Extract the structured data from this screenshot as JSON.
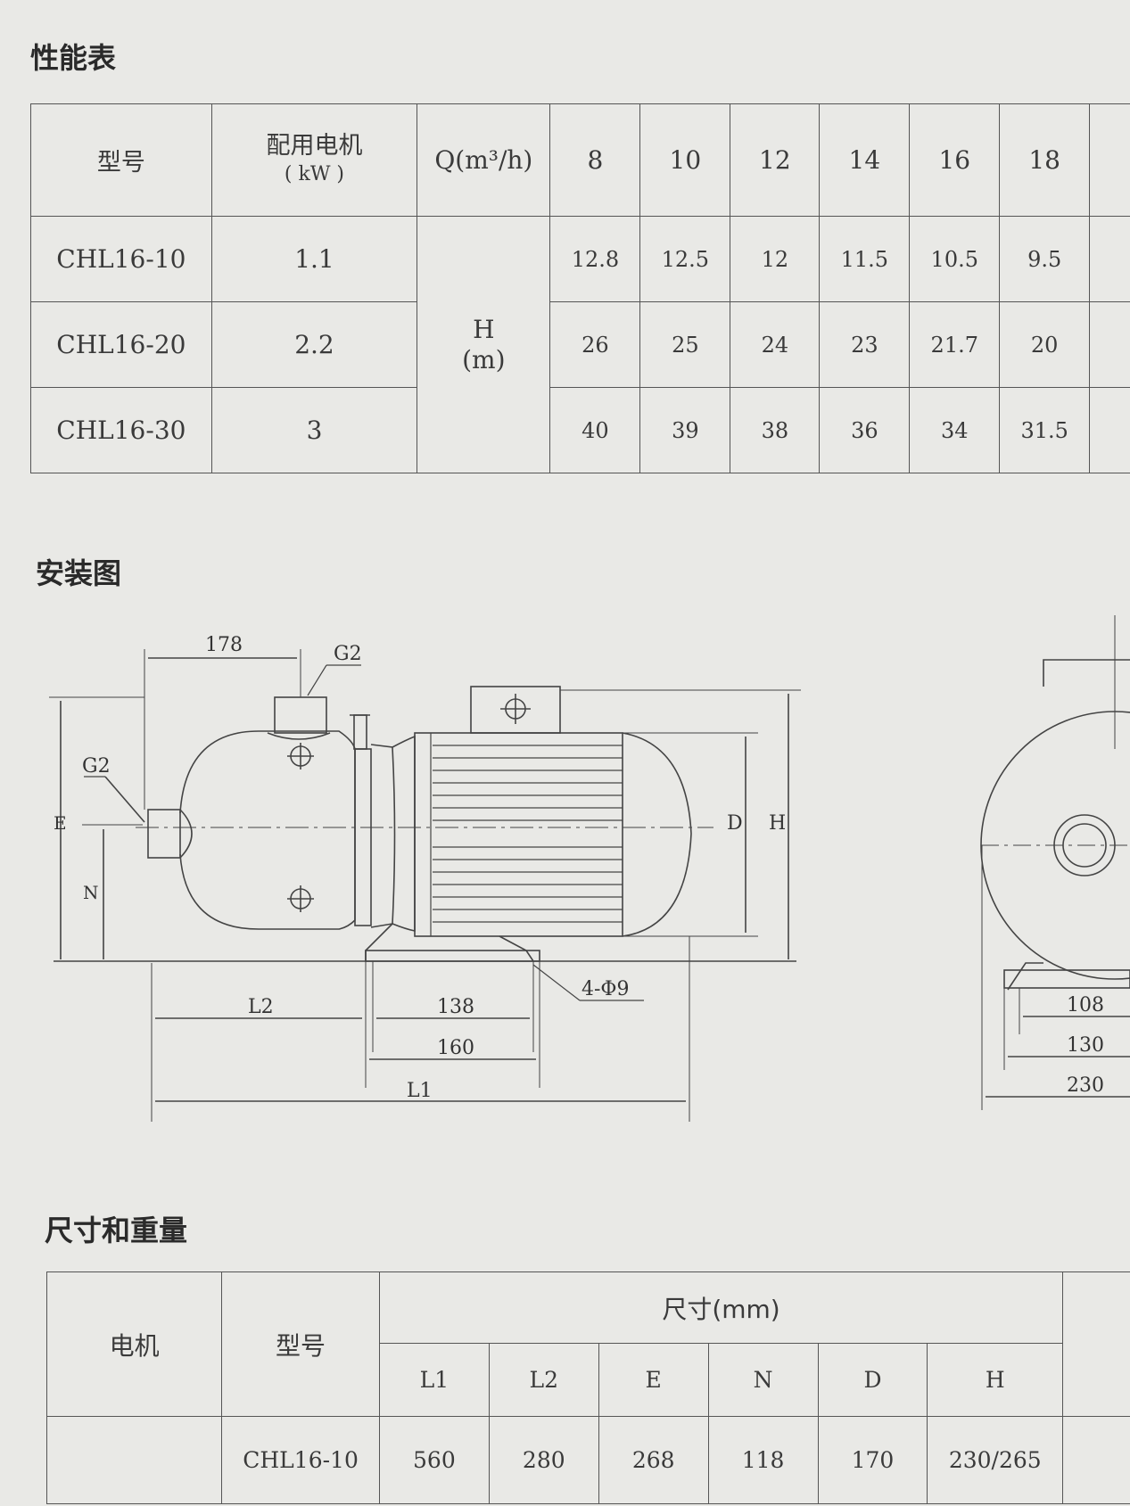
{
  "performance": {
    "title": "性能表",
    "header": {
      "model": "型号",
      "motor_line1": "配用电机",
      "motor_line2": "( kW )",
      "flow": "Q(m³/h)",
      "flows": [
        "8",
        "10",
        "12",
        "14",
        "16",
        "18"
      ]
    },
    "head_label_line1": "H",
    "head_label_line2": "(m)",
    "rows": [
      {
        "model": "CHL16-10",
        "power": "1.1",
        "values": [
          "12.8",
          "12.5",
          "12",
          "11.5",
          "10.5",
          "9.5"
        ]
      },
      {
        "model": "CHL16-20",
        "power": "2.2",
        "values": [
          "26",
          "25",
          "24",
          "23",
          "21.7",
          "20"
        ]
      },
      {
        "model": "CHL16-30",
        "power": "3",
        "values": [
          "40",
          "39",
          "38",
          "36",
          "34",
          "31.5"
        ]
      }
    ]
  },
  "installation": {
    "title": "安装图",
    "labels": {
      "d178": "178",
      "g2_top": "G2",
      "g2_side": "G2",
      "e": "E",
      "n": "N",
      "d": "D",
      "h": "H",
      "l2": "L2",
      "d138": "138",
      "d160": "160",
      "l1": "L1",
      "holes": "4-Φ9",
      "d108": "108",
      "d130": "130",
      "d230": "230"
    }
  },
  "dimensions": {
    "title": "尺寸和重量",
    "header": {
      "motor": "电机",
      "model": "型号",
      "size": "尺寸(mm)",
      "cols": [
        "L1",
        "L2",
        "E",
        "N",
        "D",
        "H"
      ]
    },
    "rows": [
      {
        "model": "CHL16-10",
        "values": [
          "560",
          "280",
          "268",
          "118",
          "170",
          "230/265"
        ]
      }
    ]
  }
}
